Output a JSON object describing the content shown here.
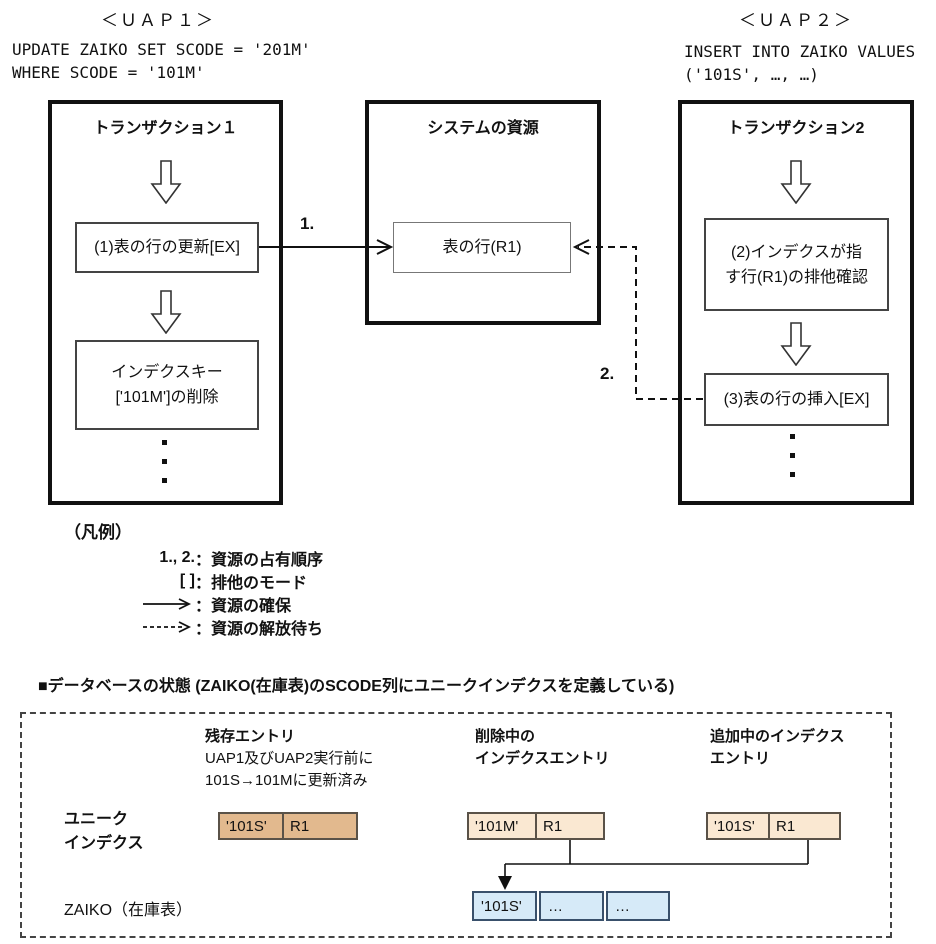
{
  "uap1": {
    "title": "＜ＵＡＰ１＞",
    "sql_line1": "UPDATE ZAIKO SET SCODE = '201M'",
    "sql_line2": "WHERE SCODE = '101M'"
  },
  "uap2": {
    "title": "＜ＵＡＰ２＞",
    "sql_line1": "INSERT INTO ZAIKO VALUES",
    "sql_line2": "('101S', …, …)"
  },
  "transaction1": {
    "title": "トランザクション１",
    "step1": "(1)表の行の更新[EX]",
    "step2_line1": "インデクスキー",
    "step2_line2": "['101M']の削除"
  },
  "system_resource": {
    "title": "システムの資源",
    "resource": "表の行(R1)"
  },
  "transaction2": {
    "title": "トランザクション2",
    "step1_line1": "(2)インデクスが指",
    "step1_line2": "す行(R1)の排他確認",
    "step2": "(3)表の行の挿入[EX]"
  },
  "arrows": {
    "label1": "1.",
    "label2": "2."
  },
  "legend": {
    "title": "（凡例）",
    "items": [
      {
        "symbol": "1., 2.",
        "desc": "：資源の占有順序"
      },
      {
        "symbol": "[ ]",
        "desc": "：排他のモード"
      },
      {
        "symbol": "",
        "desc": "：資源の確保"
      },
      {
        "symbol": "",
        "desc": "：資源の解放待ち"
      }
    ]
  },
  "db_state": {
    "header": "■データベースの状態 (ZAIKO(在庫表)のSCODE列にユニークインデクスを定義している)",
    "col1": {
      "title": "残存エントリ",
      "line1": "UAP1及びUAP2実行前に",
      "line2": "101S→101Mに更新済み",
      "cells": [
        "'101S'",
        "R1"
      ]
    },
    "col2": {
      "title_line1": "削除中の",
      "title_line2": "インデクスエントリ",
      "cells": [
        "'101M'",
        "R1"
      ]
    },
    "col3": {
      "title_line1": "追加中のインデクス",
      "title_line2": "エントリ",
      "cells": [
        "'101S'",
        "R1"
      ]
    },
    "row1_label_line1": "ユニーク",
    "row1_label_line2": "インデクス",
    "row2_label": "ZAIKO（在庫表）",
    "zaiko_cells": [
      "'101S'",
      "…",
      "…"
    ],
    "colors": {
      "remaining_entry_fill": "#e2b98e",
      "index_entry_fill": "#fae8d2",
      "table_row_fill": "#d6eaf8"
    }
  }
}
